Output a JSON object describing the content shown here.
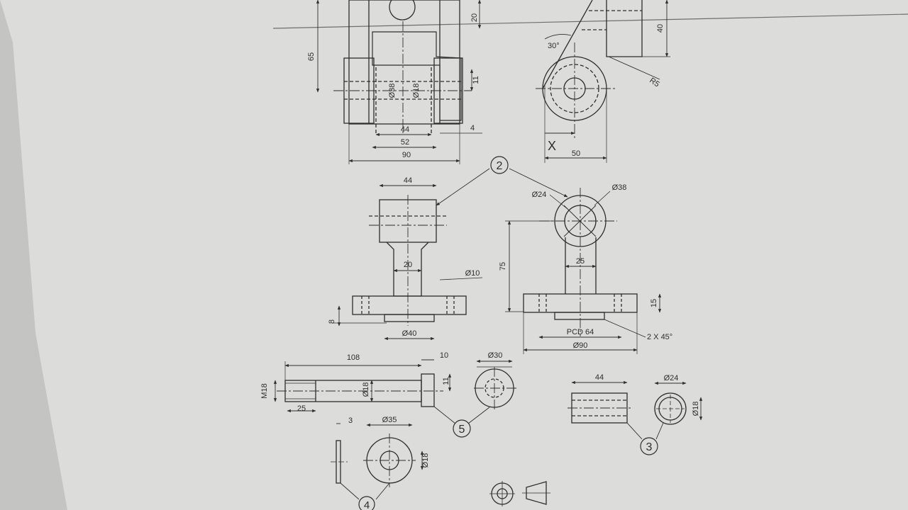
{
  "colors": {
    "paper": "#dcdcda",
    "paper_edge": "#b8b8b6",
    "ink": "#2e2e2e",
    "background": "#cfcfcd"
  },
  "dimensions": {
    "top_front": {
      "h65": "65",
      "h20": "20",
      "d38": "Ø38",
      "d18": "Ø18",
      "h11": "11",
      "w44": "44",
      "w52": "52",
      "w90": "90",
      "w4": "4"
    },
    "top_side": {
      "h40": "40",
      "a30": "30°",
      "r5": "R5",
      "x_label": "X",
      "w50": "50"
    },
    "part2_front": {
      "w44": "44",
      "w20": "20",
      "d10": "Ø10",
      "h8": "8",
      "d40": "Ø40"
    },
    "part2_side": {
      "d24": "Ø24",
      "d38": "Ø38",
      "h75": "75",
      "w25": "25",
      "h15": "15",
      "pcd": "PCD 64",
      "chamfer": "2 X 45°",
      "d90": "Ø90"
    },
    "part5": {
      "l108": "108",
      "l10": "10",
      "m18": "M18",
      "d18": "Ø18",
      "h11": "11",
      "l25": "25",
      "d30": "Ø30"
    },
    "part3": {
      "l44": "44",
      "d24": "Ø24",
      "d18": "Ø18"
    },
    "part4": {
      "t3": "3",
      "d35": "Ø35",
      "d18": "Ø18"
    }
  },
  "balloons": {
    "b2": "2",
    "b3": "3",
    "b4": "4",
    "b5": "5"
  }
}
